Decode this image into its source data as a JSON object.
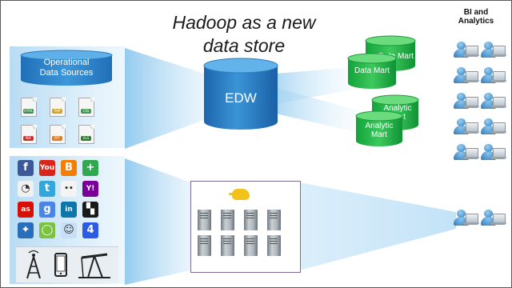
{
  "title_line1": "Hadoop as a new",
  "title_line2": "data store",
  "bi": {
    "line1": "BI and",
    "line2": "Analytics"
  },
  "operational": {
    "line1": "Operational",
    "line2": "Data Sources"
  },
  "edw": {
    "label": "EDW"
  },
  "data_mart": {
    "back_label": "Data Mart",
    "front_label": "Data Mart"
  },
  "analytic_mart": {
    "back_line1": "Analytic",
    "back_line2": "Mart",
    "front_line1": "Analytic",
    "front_line2": "Mart"
  },
  "file_types": [
    "HTML",
    "PHP",
    "CSS",
    "PDF",
    "PPT",
    "XLS"
  ],
  "social_icons": [
    {
      "name": "facebook-icon",
      "glyph": "f",
      "color": "#3b5998"
    },
    {
      "name": "youtube-icon",
      "glyph": "You",
      "color": "#d9261c"
    },
    {
      "name": "blogger-icon",
      "glyph": "B",
      "color": "#f57d00"
    },
    {
      "name": "google-plus-icon",
      "glyph": "+",
      "color": "#2fa84f"
    },
    {
      "name": "picasa-icon",
      "glyph": "◔",
      "color": "#f0f0f0"
    },
    {
      "name": "twitter-icon",
      "glyph": "t",
      "color": "#33a7d9"
    },
    {
      "name": "flickr-icon",
      "glyph": "••",
      "color": "#f4f4f4"
    },
    {
      "name": "yahoo-icon",
      "glyph": "Y!",
      "color": "#7b0099"
    },
    {
      "name": "lastfm-icon",
      "glyph": "as",
      "color": "#d51007"
    },
    {
      "name": "google-icon",
      "glyph": "g",
      "color": "#4a86e8"
    },
    {
      "name": "linkedin-icon",
      "glyph": "in",
      "color": "#0e76a8"
    },
    {
      "name": "checker-icon",
      "glyph": "▚",
      "color": "#1a1a1a"
    },
    {
      "name": "myspace-icon",
      "glyph": "✦",
      "color": "#2a6ebb"
    },
    {
      "name": "chat-icon",
      "glyph": "◯",
      "color": "#7cc242"
    },
    {
      "name": "reddit-icon",
      "glyph": "☺",
      "color": "#c8dff5"
    },
    {
      "name": "foursquare-icon",
      "glyph": "4",
      "color": "#2d5be3"
    }
  ],
  "devices": [
    "cell-tower-icon",
    "smartphone-icon",
    "oil-pump-icon"
  ],
  "server_count": 8
}
